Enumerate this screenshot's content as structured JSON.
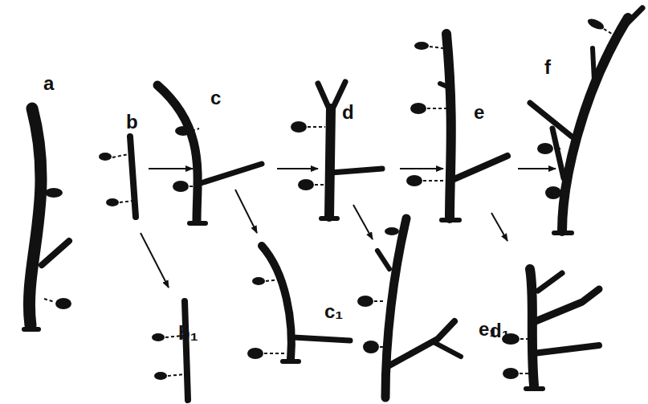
{
  "diagram": {
    "labels": [
      "a",
      "b",
      "c",
      "d",
      "e",
      "f",
      "b₁",
      "c₁",
      "d₁",
      "e₁"
    ]
  }
}
